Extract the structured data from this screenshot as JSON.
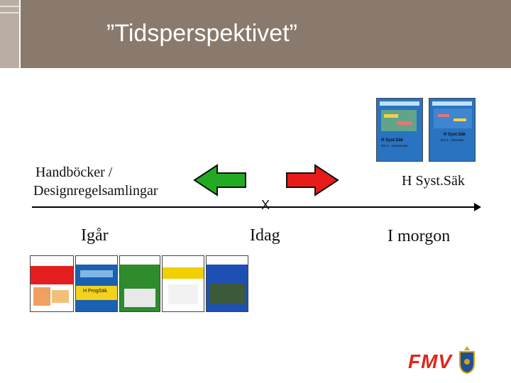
{
  "header": {
    "title": "”Tidsperspektivet”"
  },
  "labels": {
    "left_heading_line1": "Handböcker /",
    "left_heading_line2": "Designregelsamlingar",
    "right_heading": "H Syst.Säk",
    "time_past": "Igår",
    "time_now": "Idag",
    "time_future": "I morgon",
    "now_marker": "X"
  },
  "arrows": {
    "left_color": "#22aa22",
    "right_color": "#e81b1b"
  },
  "books_bottom": [
    {
      "cover": "#ffffff",
      "band": "#e41e1e",
      "title": "H ProgSäk"
    },
    {
      "cover": "#1a62b0",
      "band": "#1a62b0",
      "title": ""
    },
    {
      "cover": "#2e8b2e",
      "band": "#2e8b2e",
      "title": ""
    },
    {
      "cover": "#f0d000",
      "band": "#f0d000",
      "title": ""
    },
    {
      "cover": "#1d4fb5",
      "band": "#1d4fb5",
      "title": ""
    }
  ],
  "books_top": [
    {
      "cover": "#2a73c0",
      "title": "H Syst.Säk",
      "subtitle": "Del 1 - Gemensam"
    },
    {
      "cover": "#2a73c0",
      "title": "H Syst.Säk",
      "subtitle": "Del 1 - Hamnder"
    }
  ],
  "logo": {
    "text": "FMV",
    "color": "#e0251c"
  }
}
